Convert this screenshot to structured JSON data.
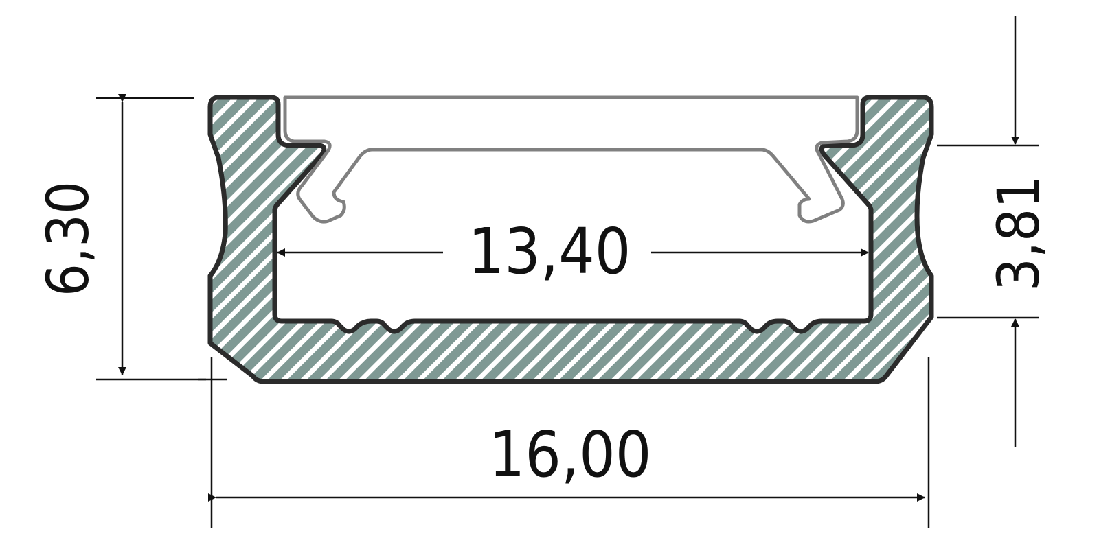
{
  "diagram": {
    "type": "technical-drawing",
    "subject": "aluminium LED profile cross-section with diffuser cover",
    "units_shown": false,
    "colors": {
      "profile_outline": "#2b2b2b",
      "profile_hatch": "#7f9994",
      "hatch_gap": "#ffffff",
      "diffuser_outline": "#808080",
      "dimension_lines": "#111111",
      "background": "#ffffff"
    },
    "dimensions": {
      "overall_width": {
        "label": "16,00",
        "value": 16.0,
        "orientation": "horizontal",
        "position": "bottom"
      },
      "inner_width": {
        "label": "13,40",
        "value": 13.4,
        "orientation": "horizontal",
        "position": "inside-channel"
      },
      "overall_height": {
        "label": "6,30",
        "value": 6.3,
        "orientation": "vertical",
        "position": "left"
      },
      "inner_depth": {
        "label": "3,81",
        "value": 3.81,
        "orientation": "vertical",
        "position": "right"
      }
    },
    "components": [
      {
        "name": "profile",
        "description": "hatched U-shaped extruded profile with grooves on channel floor"
      },
      {
        "name": "diffuser-cover",
        "description": "grey outline clip-in cover spanning the top opening"
      }
    ]
  }
}
